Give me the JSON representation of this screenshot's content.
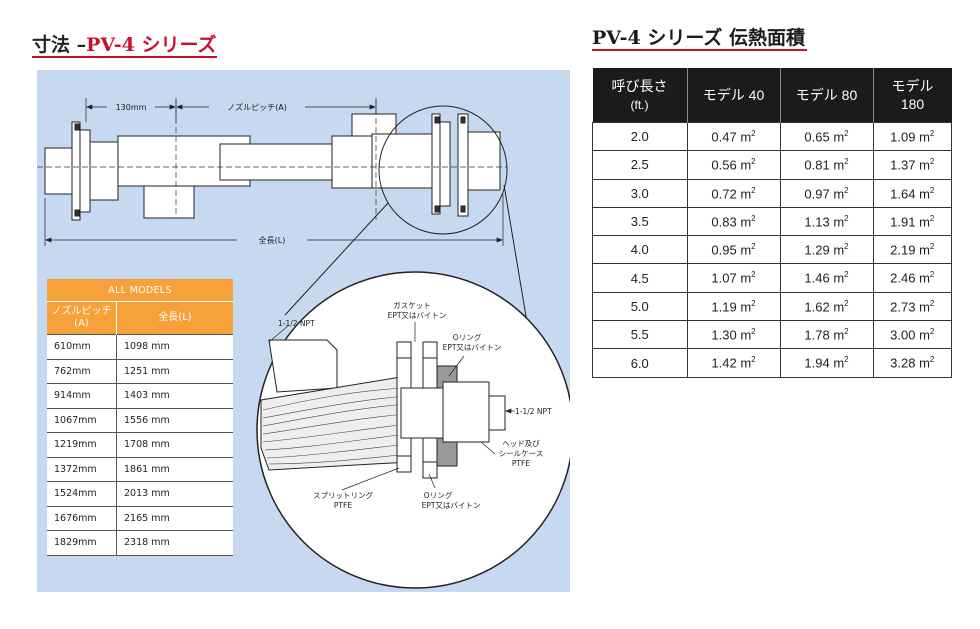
{
  "dimensions": {
    "title_prefix": "寸法 –",
    "title_series": "PV-4 シリーズ",
    "labels": {
      "span_130": "130mm",
      "nozzle_pitch": "ノズルピッチ(A)",
      "overall_length": "全長(L)",
      "npt_top": "1-1/2 NPT",
      "npt_right": "1-1/2 NPT",
      "gasket_1": "ガスケット",
      "gasket_2": "EPT又はバイトン",
      "oring_top_1": "Oリング",
      "oring_top_2": "EPT又はバイトン",
      "head_1": "ヘッド及び",
      "head_2": "シールケース",
      "head_3": "PTFE",
      "split_1": "スプリットリング",
      "split_2": "PTFE",
      "oring_bot_1": "Oリング",
      "oring_bot_2": "EPT又はバイトン"
    },
    "models_table": {
      "caption": "ALL MODELS",
      "col_pitch_1": "ノズルピッチ",
      "col_pitch_2": "(A)",
      "col_length": "全長(L)",
      "rows": [
        {
          "pitch": "610mm",
          "length": "1098 mm"
        },
        {
          "pitch": "762mm",
          "length": "1251 mm"
        },
        {
          "pitch": "914mm",
          "length": "1403 mm"
        },
        {
          "pitch": "1067mm",
          "length": "1556 mm"
        },
        {
          "pitch": "1219mm",
          "length": "1708 mm"
        },
        {
          "pitch": "1372mm",
          "length": "1861 mm"
        },
        {
          "pitch": "1524mm",
          "length": "2013 mm"
        },
        {
          "pitch": "1676mm",
          "length": "2165 mm"
        },
        {
          "pitch": "1829mm",
          "length": "2318 mm"
        }
      ]
    }
  },
  "heat_transfer": {
    "title": "PV-4 シリーズ 伝熱面積",
    "headers": {
      "length_1": "呼び長さ",
      "length_2": "(ft.)",
      "m40": "モデル 40",
      "m80": "モデル 80",
      "m180_1": "モデル",
      "m180_2": "180"
    },
    "unit_base": "m",
    "unit_exp": "2",
    "rows": [
      {
        "len": "2.0",
        "m40": "0.47",
        "m80": "0.65",
        "m180": "1.09"
      },
      {
        "len": "2.5",
        "m40": "0.56",
        "m80": "0.81",
        "m180": "1.37"
      },
      {
        "len": "3.0",
        "m40": "0.72",
        "m80": "0.97",
        "m180": "1.64"
      },
      {
        "len": "3.5",
        "m40": "0.83",
        "m80": "1.13",
        "m180": "1.91"
      },
      {
        "len": "4.0",
        "m40": "0.95",
        "m80": "1.29",
        "m180": "2.19"
      },
      {
        "len": "4.5",
        "m40": "1.07",
        "m80": "1.46",
        "m180": "2.46"
      },
      {
        "len": "5.0",
        "m40": "1.19",
        "m80": "1.62",
        "m180": "2.73"
      },
      {
        "len": "5.5",
        "m40": "1.30",
        "m80": "1.78",
        "m180": "3.00"
      },
      {
        "len": "6.0",
        "m40": "1.42",
        "m80": "1.94",
        "m180": "3.28"
      }
    ]
  }
}
